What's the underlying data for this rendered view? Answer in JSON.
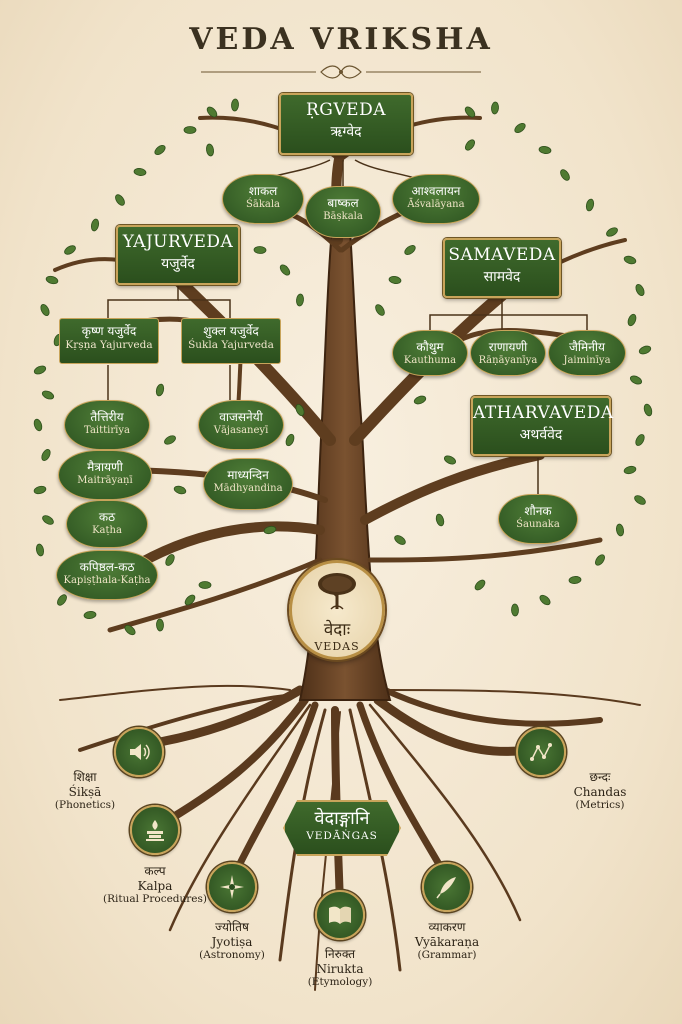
{
  "title": "VEDA VRIKSHA",
  "center": {
    "sa": "वेदाः",
    "tr": "VEDAS"
  },
  "rgveda": {
    "en": "ṚGVEDA",
    "sa": "ऋग्वेद",
    "branches": [
      {
        "sa": "शाकल",
        "tr": "Śākala"
      },
      {
        "sa": "बाष्कल",
        "tr": "Bāṣkala"
      },
      {
        "sa": "आश्वलायन",
        "tr": "Āśvalāyana"
      }
    ]
  },
  "yajurveda": {
    "en": "YAJURVEDA",
    "sa": "यजुर्वेद",
    "krishna": {
      "sa": "कृष्ण यजुर्वेद",
      "tr": "Kṛṣṇa Yajurveda",
      "branches": [
        {
          "sa": "तैत्तिरीय",
          "tr": "Taittirīya"
        },
        {
          "sa": "मैत्रायणी",
          "tr": "Maitrāyaṇī"
        },
        {
          "sa": "कठ",
          "tr": "Kaṭha"
        },
        {
          "sa": "कपिष्ठल-कठ",
          "tr": "Kapiṣṭhala-Kaṭha"
        }
      ]
    },
    "shukla": {
      "sa": "शुक्ल यजुर्वेद",
      "tr": "Śukla Yajurveda",
      "branches": [
        {
          "sa": "वाजसनेयी",
          "tr": "Vājasaneyī"
        },
        {
          "sa": "माध्यन्दिन",
          "tr": "Mādhyandina"
        }
      ]
    }
  },
  "samaveda": {
    "en": "SAMAVEDA",
    "sa": "सामवेद",
    "branches": [
      {
        "sa": "कौथुम",
        "tr": "Kauthuma"
      },
      {
        "sa": "राणायणी",
        "tr": "Rāṇāyanīya"
      },
      {
        "sa": "जैमिनीय",
        "tr": "Jaiminīya"
      }
    ]
  },
  "atharvaveda": {
    "en": "ATHARVAVEDA",
    "sa": "अथर्ववेद",
    "branches": [
      {
        "sa": "शौनक",
        "tr": "Śaunaka"
      }
    ]
  },
  "vedangas": {
    "sa": "वेदाङ्गानि",
    "tr": "VEDĀṄGAS",
    "items": [
      {
        "sa": "शिक्षा",
        "tr": "Śikṣā",
        "gloss": "(Phonetics)",
        "icon": "speaker-icon"
      },
      {
        "sa": "कल्प",
        "tr": "Kalpa",
        "gloss": "(Ritual Procedures)",
        "icon": "fire-altar-icon"
      },
      {
        "sa": "ज्योतिष",
        "tr": "Jyotiṣa",
        "gloss": "(Astronomy)",
        "icon": "star-icon"
      },
      {
        "sa": "निरुक्त",
        "tr": "Nirukta",
        "gloss": "(Etymology)",
        "icon": "book-icon"
      },
      {
        "sa": "व्याकरण",
        "tr": "Vyākaraṇa",
        "gloss": "(Grammar)",
        "icon": "quill-icon"
      },
      {
        "sa": "छन्दः",
        "tr": "Chandas",
        "gloss": "(Metrics)",
        "icon": "meter-notation-icon"
      }
    ]
  },
  "colors": {
    "leaf": "#3f6a2c",
    "gold": "#c8a45a",
    "bark": "#6b4423",
    "parchment": "#f4e9d6"
  }
}
